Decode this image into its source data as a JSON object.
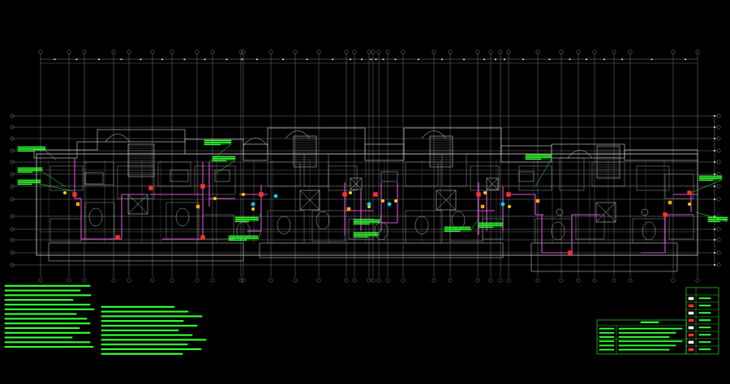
{
  "viewer": {
    "background": "#000000"
  },
  "drawing": {
    "type": "cad-floor-plan-fire-protection",
    "grid_axis_color": "#aaaaaa",
    "wall_color": "#b9b9b9",
    "pipe_color": "#e050e0",
    "annotation_color": "#33ff33",
    "equipment_color": "#ff3030",
    "valve_color": "#ffcc00",
    "device_color": "#00d5ff"
  },
  "notes": {
    "color": "#33ff33",
    "left_column_lines": 14,
    "right_column_lines": 11
  },
  "title_block": {
    "color": "#33ff33"
  }
}
